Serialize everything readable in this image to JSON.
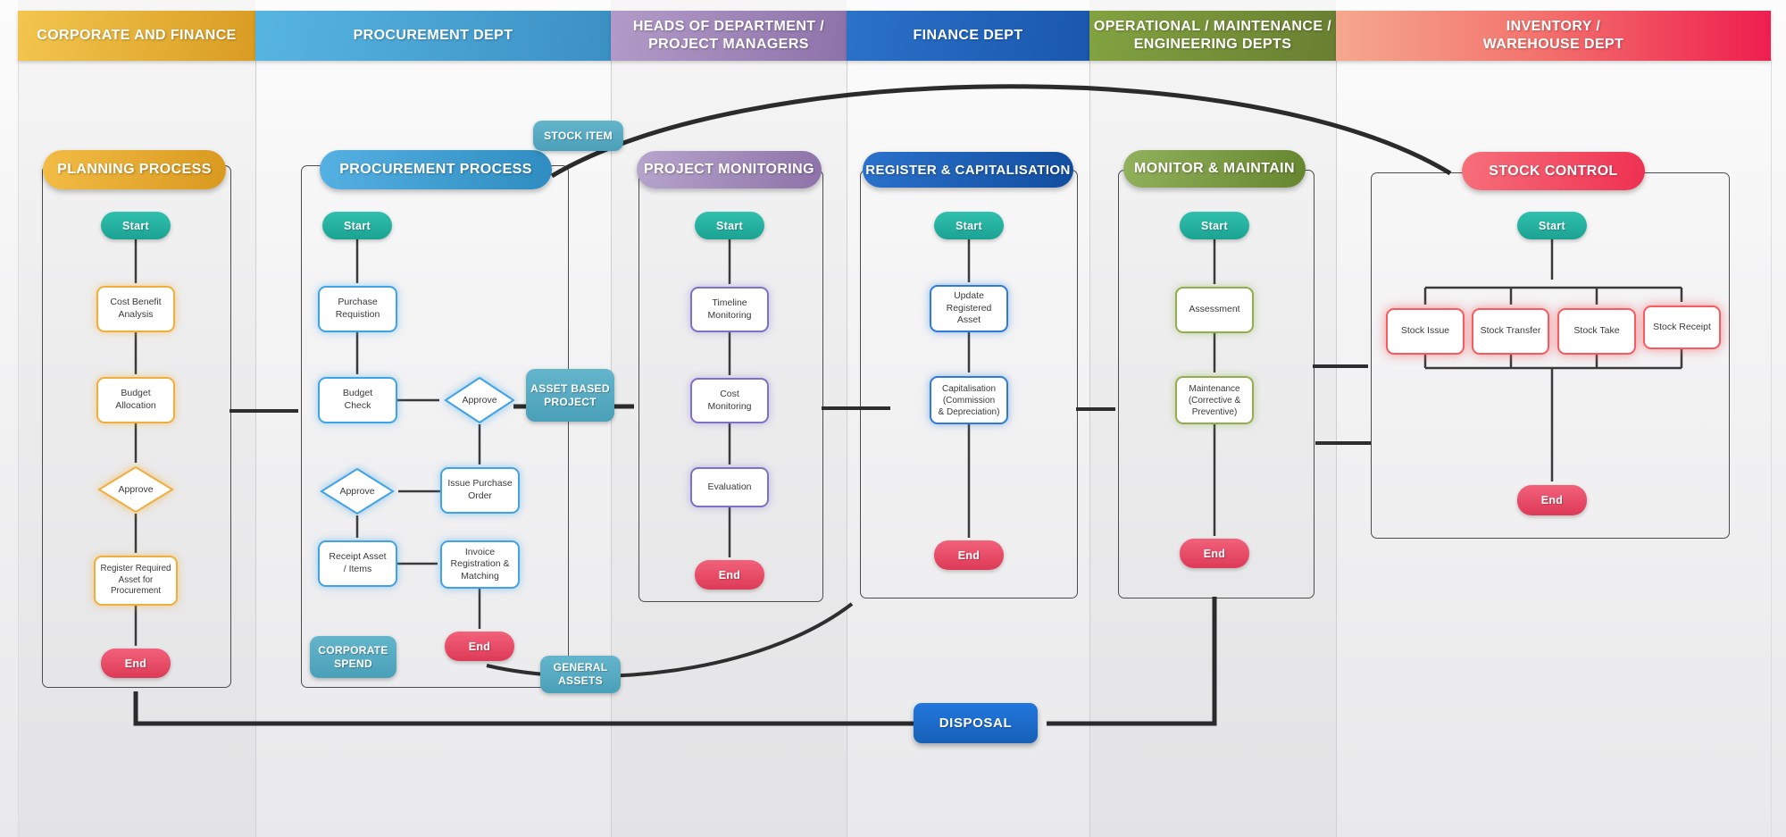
{
  "header": {
    "lanes": [
      {
        "title": "CORPORATE AND FINANCE"
      },
      {
        "title": "PROCUREMENT DEPT"
      },
      {
        "title": "HEADS OF DEPARTMENT /\nPROJECT MANAGERS"
      },
      {
        "title": "FINANCE DEPT"
      },
      {
        "title": "OPERATIONAL / MAINTENANCE /\nENGINEERING DEPTS"
      },
      {
        "title": "INVENTORY /\nWAREHOUSE DEPT"
      }
    ]
  },
  "processes": {
    "planning": {
      "title": "PLANNING PROCESS",
      "start": "Start",
      "end": "End",
      "steps": {
        "cost_benefit": "Cost Benefit\nAnalysis",
        "budget_allocation": "Budget\nAllocation",
        "approve": "Approve",
        "register_required": "Register Required\nAsset for\nProcurement"
      }
    },
    "procurement": {
      "title": "PROCUREMENT PROCESS",
      "start": "Start",
      "end": "End",
      "steps": {
        "purchase_requistion": "Purchase\nRequistion",
        "budget_check": "Budget\nCheck",
        "approve_budget": "Approve",
        "issue_purchase_order": "Issue Purchase\nOrder",
        "approve_order": "Approve",
        "receipt_asset_items": "Receipt Asset\n/ Items",
        "invoice_registration": "Invoice\nRegistration &\nMatching"
      }
    },
    "project_monitoring": {
      "title": "PROJECT MONITORING",
      "start": "Start",
      "end": "End",
      "steps": {
        "timeline_monitoring": "Timeline\nMonitoring",
        "cost_monitoring": "Cost\nMonitoring",
        "evaluation": "Evaluation"
      }
    },
    "register_capitalisation": {
      "title": "REGISTER & CAPITALISATION",
      "start": "Start",
      "end": "End",
      "steps": {
        "update_registered_asset": "Update\nRegistered\nAsset",
        "capitalisation": "Capitalisation\n(Commission\n& Depreciation)"
      }
    },
    "monitor_maintain": {
      "title": "MONITOR & MAINTAIN",
      "start": "Start",
      "end": "End",
      "steps": {
        "assessment": "Assessment",
        "maintenance": "Maintenance\n(Corrective &\nPreventive)"
      }
    },
    "stock_control": {
      "title": "STOCK CONTROL",
      "start": "Start",
      "end": "End",
      "steps": {
        "stock_issue": "Stock Issue",
        "stock_transfer": "Stock Transfer",
        "stock_take": "Stock Take",
        "stock_receipt": "Stock Receipt"
      }
    }
  },
  "connector_labels": {
    "stock_item": "STOCK ITEM",
    "asset_based_project": "ASSET BASED\nPROJECT",
    "general_assets": "GENERAL\nASSETS",
    "corporate_spend": "CORPORATE\nSPEND",
    "disposal": "DISPOSAL"
  },
  "colors": {
    "lane_gold": "#E9A93B",
    "lane_light_blue": "#48A8DC",
    "lane_purple": "#A78DBE",
    "lane_finance_blue": "#2368BE",
    "lane_green": "#7A9A3C",
    "lane_red_gradient_start": "#F5A88E",
    "lane_red_gradient_end": "#EE1E4E",
    "start_pill_teal": "#23B3A2",
    "end_pill_red": "#E84A64",
    "tag_teal": "#55A9C2",
    "disposal_blue": "#1D6FCB",
    "border_gold": "#F0AE3C",
    "border_blue": "#3FA3E6",
    "border_purple": "#7A72C6",
    "border_finance_blue": "#2E7BD8",
    "border_green": "#8FAE4E",
    "border_red": "#F55C62",
    "connector_dark": "#2E2E2E"
  }
}
